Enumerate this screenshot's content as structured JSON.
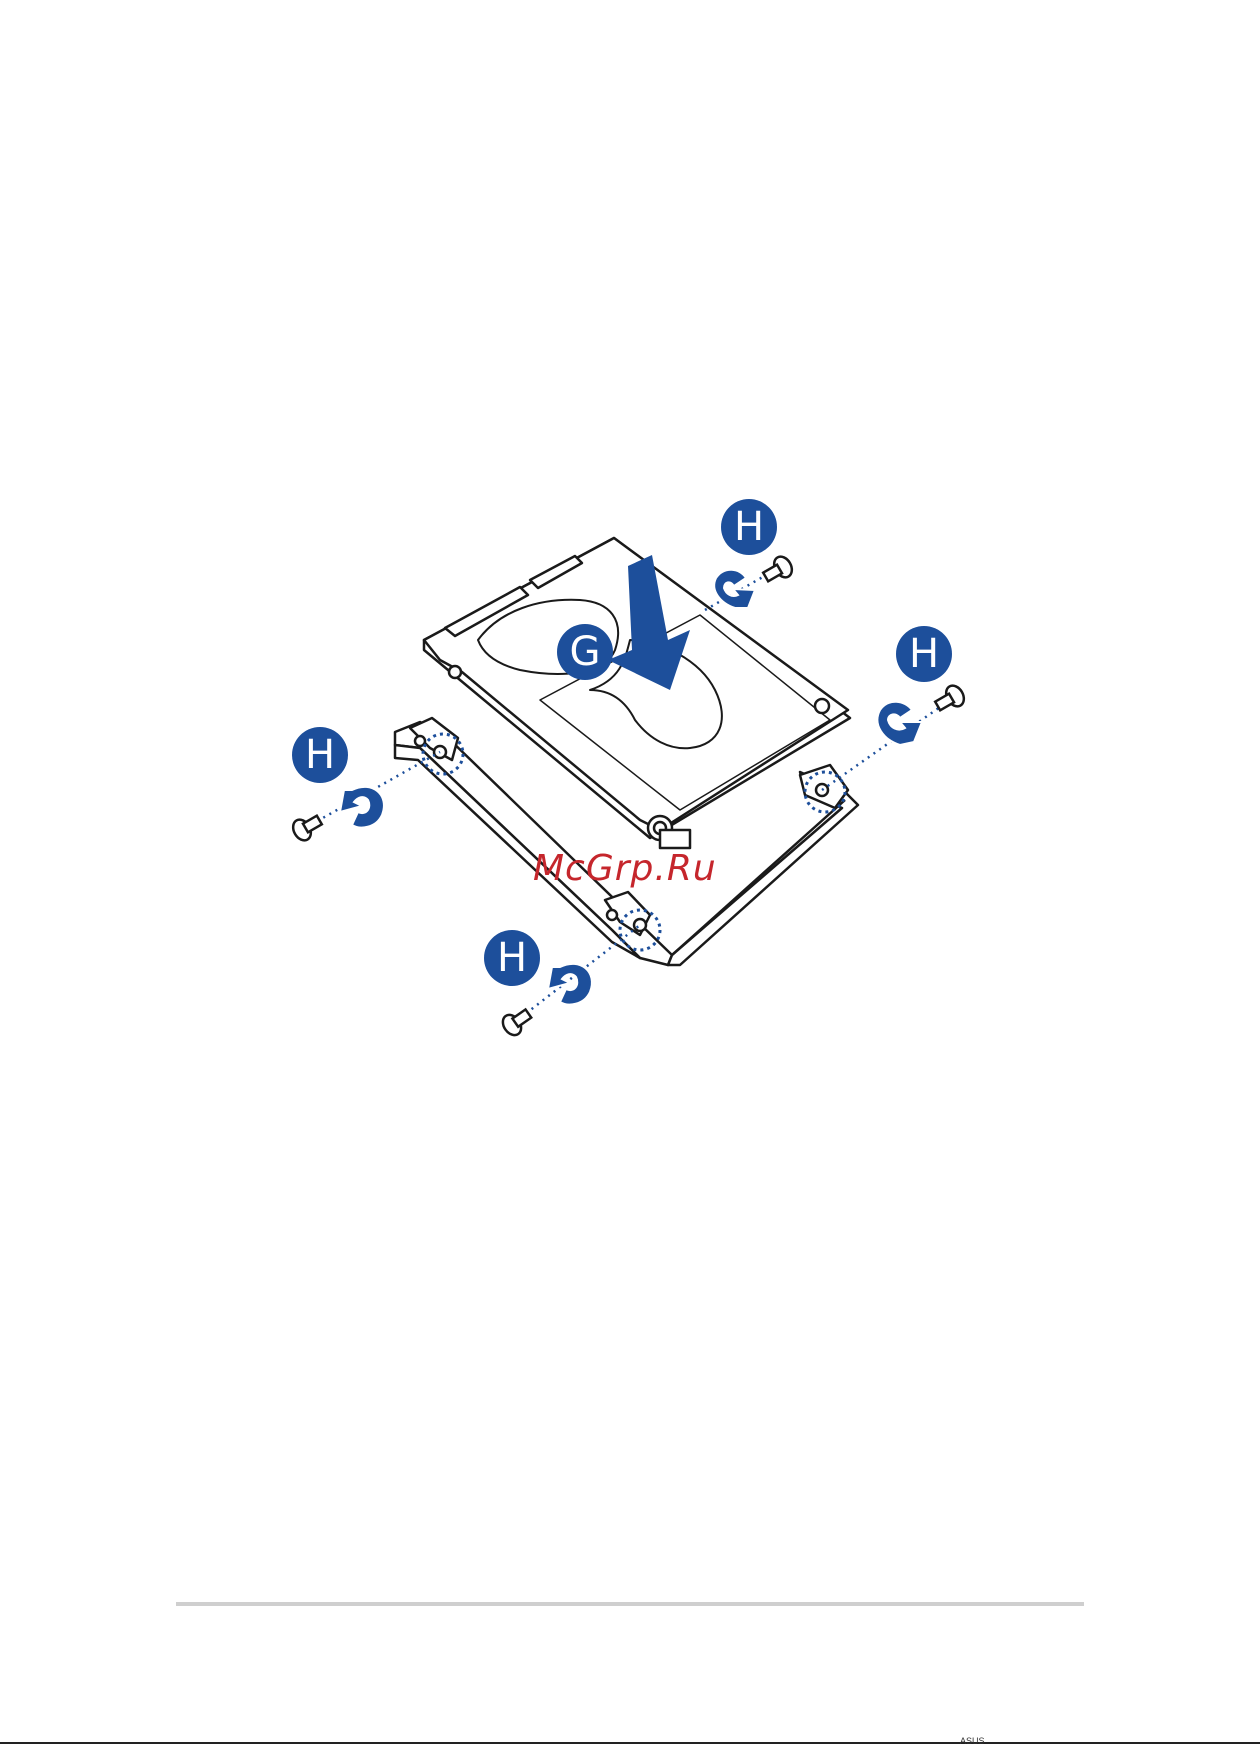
{
  "figure": {
    "step_labels": [
      "G",
      "H",
      "H",
      "H",
      "H"
    ],
    "accent_color": "#1d4f9b",
    "line_color": "#1a1a1a",
    "icons": [
      "hard-drive-icon",
      "bracket-icon",
      "screw-icon",
      "rotate-arrow-icon",
      "down-arrow-icon"
    ]
  },
  "watermark": "McGrp.Ru",
  "footer": {
    "text": "ASUS"
  }
}
